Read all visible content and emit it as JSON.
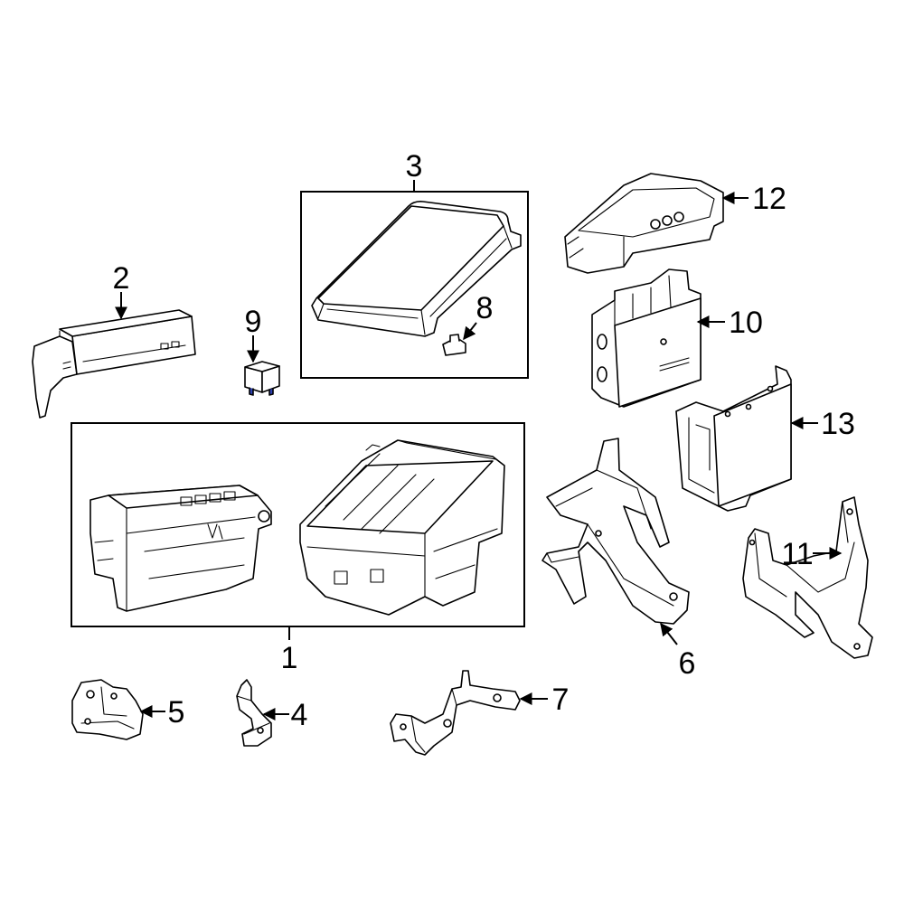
{
  "callouts": {
    "part_1": "1",
    "part_2": "2",
    "part_3": "3",
    "part_4": "4",
    "part_5": "5",
    "part_6": "6",
    "part_7": "7",
    "part_8": "8",
    "part_9": "9",
    "part_10": "10",
    "part_11": "11",
    "part_12": "12",
    "part_13": "13"
  },
  "colors": {
    "highlight": "#2c40b0",
    "highlight_top": "#4a5ed0",
    "line": "#000000",
    "background": "#ffffff"
  }
}
